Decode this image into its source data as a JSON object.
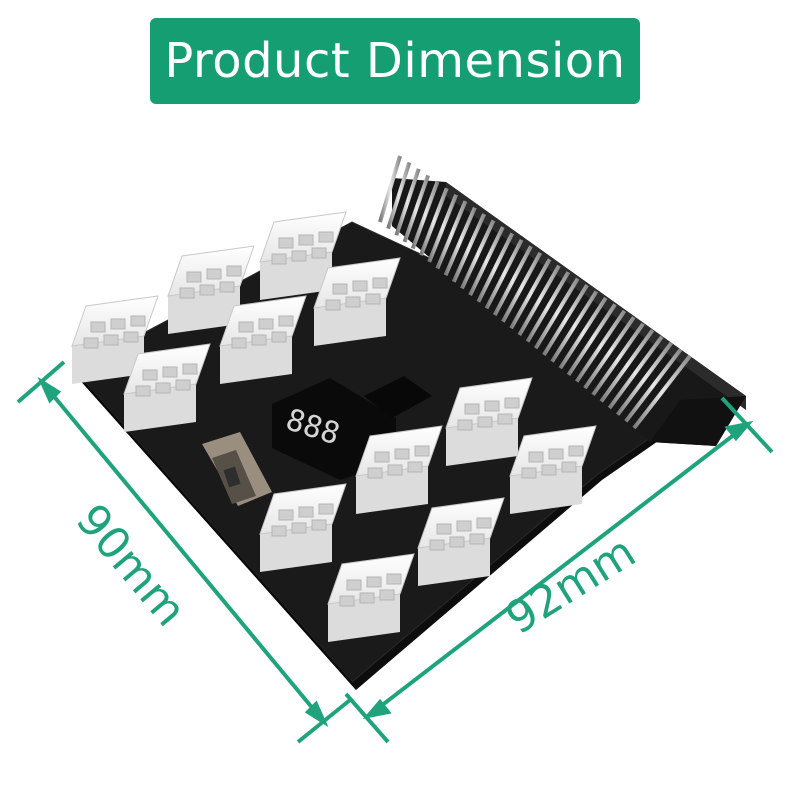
{
  "title": "Product Dimension",
  "dimensions": {
    "left": "90mm",
    "right": "92mm"
  },
  "colors": {
    "accent": "#169e73",
    "dimension_line": "#1fa37c",
    "board": "#141414",
    "connector": "#f2f2f2"
  },
  "display": {
    "digits": "888"
  },
  "icons": {
    "board": "pcb-board-icon",
    "connector": "6-pin-connector-icon",
    "switch": "slide-switch-icon",
    "slot": "edge-slot-icon"
  }
}
